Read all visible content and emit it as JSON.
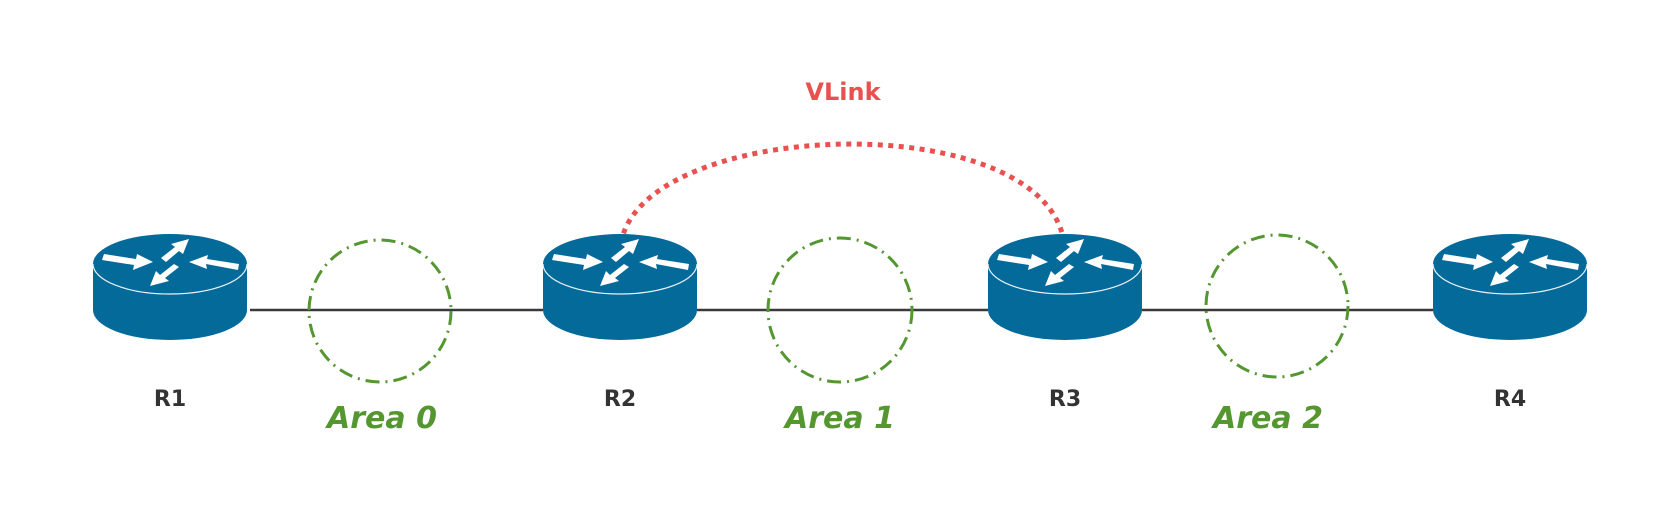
{
  "diagram": {
    "type": "ospf-virtual-link-topology",
    "colors": {
      "router": "#036a9a",
      "router_top": "#0a6f9f",
      "router_arrows": "#ffffff",
      "link": "#3a3a3a",
      "area": "#54962f",
      "vlink": "#e8514f",
      "label": "#333333"
    },
    "routers": [
      {
        "id": "R1",
        "label": "R1",
        "icon": "router-icon"
      },
      {
        "id": "R2",
        "label": "R2",
        "icon": "router-icon"
      },
      {
        "id": "R3",
        "label": "R3",
        "icon": "router-icon"
      },
      {
        "id": "R4",
        "label": "R4",
        "icon": "router-icon"
      }
    ],
    "links": [
      {
        "from": "R1",
        "to": "R2",
        "area": "Area 0"
      },
      {
        "from": "R2",
        "to": "R3",
        "area": "Area 1"
      },
      {
        "from": "R3",
        "to": "R4",
        "area": "Area 2"
      }
    ],
    "areas": [
      {
        "label": "Area 0"
      },
      {
        "label": "Area 1"
      },
      {
        "label": "Area 2"
      }
    ],
    "virtual_link": {
      "label": "VLink",
      "from": "R2",
      "to": "R3",
      "style": "dotted"
    }
  }
}
